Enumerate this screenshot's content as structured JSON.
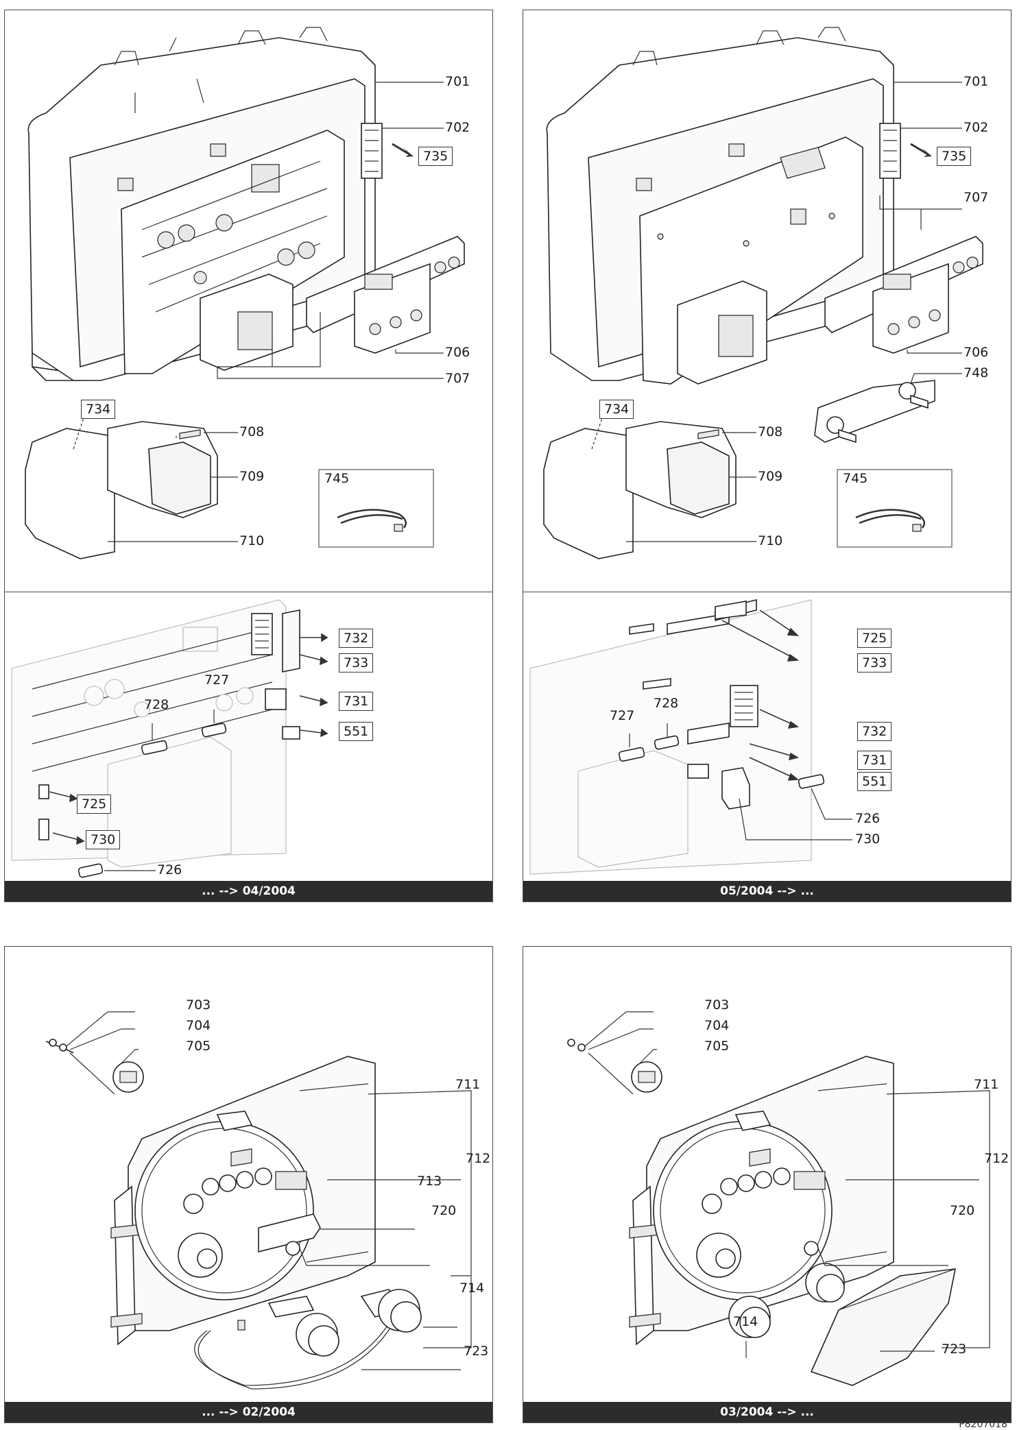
{
  "panels": {
    "top_left": {
      "footer": "... --> 04/2004",
      "upper_labels": [
        "701",
        "702",
        "706",
        "707",
        "708",
        "709",
        "710"
      ],
      "upper_boxed": [
        "735",
        "734",
        "745"
      ],
      "lower_labels": [
        "727",
        "728",
        "726"
      ],
      "lower_boxed": [
        "732",
        "733",
        "731",
        "551",
        "725",
        "730"
      ]
    },
    "top_right": {
      "footer": "05/2004 --> ...",
      "upper_labels": [
        "701",
        "702",
        "707",
        "706",
        "748",
        "708",
        "709",
        "710"
      ],
      "upper_boxed": [
        "735",
        "734",
        "745"
      ],
      "lower_labels": [
        "727",
        "728",
        "726",
        "730"
      ],
      "lower_boxed": [
        "725",
        "733",
        "732",
        "731",
        "551"
      ]
    },
    "bottom_left": {
      "footer": "... --> 02/2004",
      "labels": [
        "703",
        "704",
        "705",
        "711",
        "712",
        "713",
        "720",
        "714",
        "723"
      ]
    },
    "bottom_right": {
      "footer": "03/2004 --> ...",
      "labels": [
        "703",
        "704",
        "705",
        "711",
        "712",
        "720",
        "714",
        "723"
      ]
    }
  },
  "doc_ref": "P8207018"
}
